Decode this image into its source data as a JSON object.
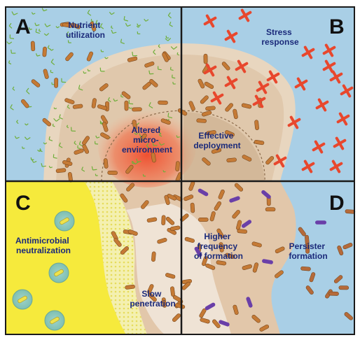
{
  "panels": {
    "a": {
      "letter": "A",
      "caption": [
        "Nutrient",
        "utilization"
      ],
      "inner": [
        "Altered",
        "micro-",
        "environment"
      ]
    },
    "b": {
      "letter": "B",
      "caption": [
        "Stress",
        "response"
      ],
      "inner": [
        "Effective",
        "deployment"
      ]
    },
    "c": {
      "letter": "C",
      "caption": [
        "Antimicrobial",
        "neutralization"
      ],
      "inner": [
        "Slow",
        "penetration"
      ]
    },
    "d": {
      "letter": "D",
      "caption": [
        "Persister",
        "formation"
      ],
      "inner": [
        "Higher",
        "frequency",
        "of formation"
      ]
    }
  },
  "colors": {
    "background_a": "#a9cfe6",
    "background_b": "#a9cfe6",
    "background_c": "#f6ea3c",
    "background_d": "#a9cfe6",
    "biofilm": "#d9c0a5",
    "hypoxic_core": "#ef5d3a",
    "bacteria": "#c57a35",
    "nutrients": "#6fae3a",
    "stress_agents": "#e8472d",
    "persisters": "#6a3fa8",
    "caption_text": "#1b2a7a",
    "divider": "#1a1a1a"
  }
}
